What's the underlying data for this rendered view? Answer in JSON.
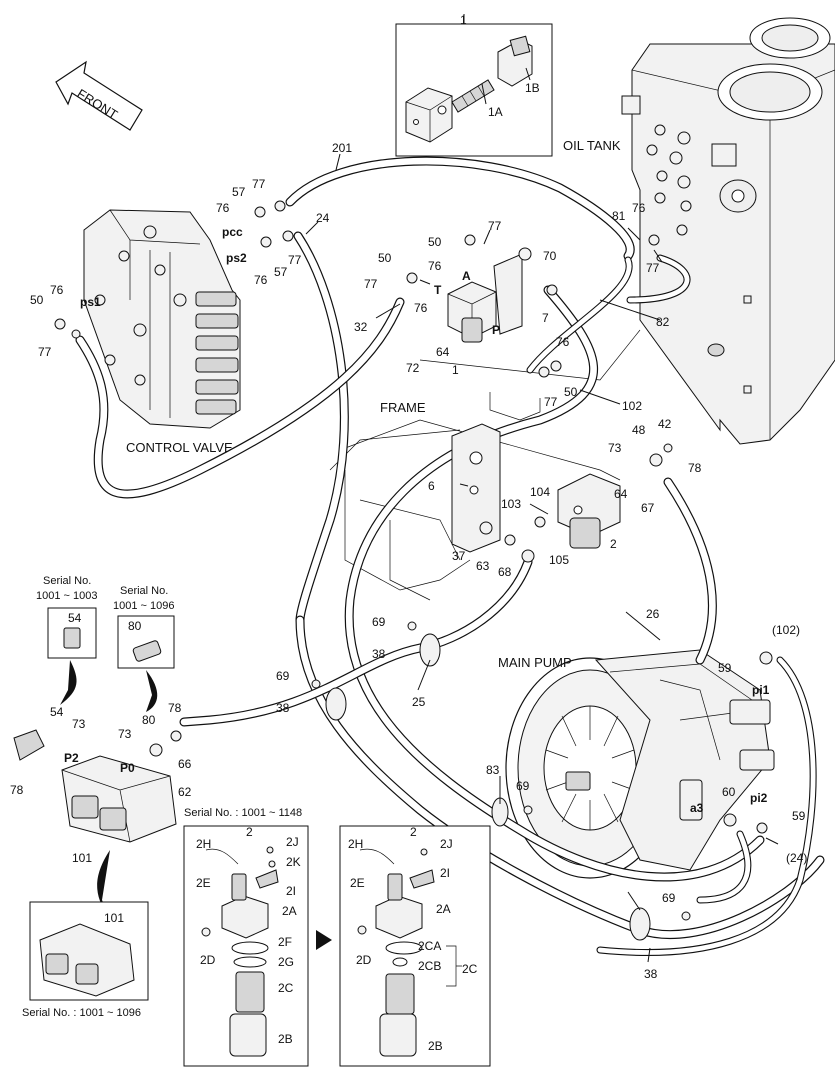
{
  "titles": {
    "front": "FRONT",
    "oil_tank": "OIL TANK",
    "control_valve": "CONTROL VALVE",
    "frame": "FRAME",
    "main_pump": "MAIN PUMP"
  },
  "ports": {
    "pcc": "pcc",
    "ps1": "ps1",
    "ps2": "ps2",
    "A": "A",
    "T": "T",
    "P": "P",
    "P0": "P0",
    "P2": "P2",
    "pi1": "pi1",
    "pi2": "pi2",
    "a3": "a3"
  },
  "serials": {
    "s54_title": "Serial No.",
    "s54_range": "1001 ~ 1003",
    "s80_title": "Serial No.",
    "s80_range": "1001 ~ 1096",
    "s101": "Serial No. : 1001 ~ 1096",
    "s2": "Serial No. : 1001 ~ 1148"
  },
  "callouts": {
    "c1": "1",
    "c1A": "1A",
    "c1B": "1B",
    "c201": "201",
    "c57a": "57",
    "c77a": "77",
    "c76a": "76",
    "c24": "24",
    "c76b": "76",
    "c57b": "57",
    "c77b": "77",
    "c50a": "50",
    "c76c": "76",
    "c77c": "77",
    "c77d": "77",
    "c50b": "50",
    "c70": "70",
    "c50c": "50",
    "c76d": "76",
    "c77e": "77",
    "c76e": "76",
    "c7": "7",
    "c82": "82",
    "c32": "32",
    "c72": "72",
    "c64a": "64",
    "c1b": "1",
    "c76f": "76",
    "c77f": "77",
    "c50d": "50",
    "c102": "102",
    "c81": "81",
    "c76g": "76",
    "c77g": "77",
    "c6": "6",
    "c73a": "73",
    "c48": "48",
    "c42": "42",
    "c78a": "78",
    "c104": "104",
    "c103": "103",
    "c64b": "64",
    "c67": "67",
    "c2": "2",
    "c105": "105",
    "c37": "37",
    "c63": "63",
    "c68": "68",
    "c69a": "69",
    "c38a": "38",
    "c25": "25",
    "c26": "26",
    "c102b": "(102)",
    "c59a": "59",
    "c69b": "69",
    "c38b": "38",
    "c54top": "54",
    "c80top": "80",
    "c54": "54",
    "c73b": "73",
    "c80": "80",
    "c78b": "78",
    "c73c": "73",
    "c66": "66",
    "c62": "62",
    "c78c": "78",
    "c101": "101",
    "c101b": "101",
    "c83": "83",
    "c69c": "69",
    "c60": "60",
    "c59b": "59",
    "c24b": "(24)",
    "c69d": "69",
    "c38c": "38"
  },
  "filter_left": {
    "title": "2",
    "parts": [
      "2H",
      "2J",
      "2K",
      "2E",
      "2I",
      "2A",
      "2F",
      "2D",
      "2G",
      "2C",
      "2B"
    ]
  },
  "filter_right": {
    "title": "2",
    "parts": [
      "2H",
      "2J",
      "2E",
      "2I",
      "2A",
      "2CA",
      "2D",
      "2CB",
      "2C",
      "2B"
    ]
  }
}
